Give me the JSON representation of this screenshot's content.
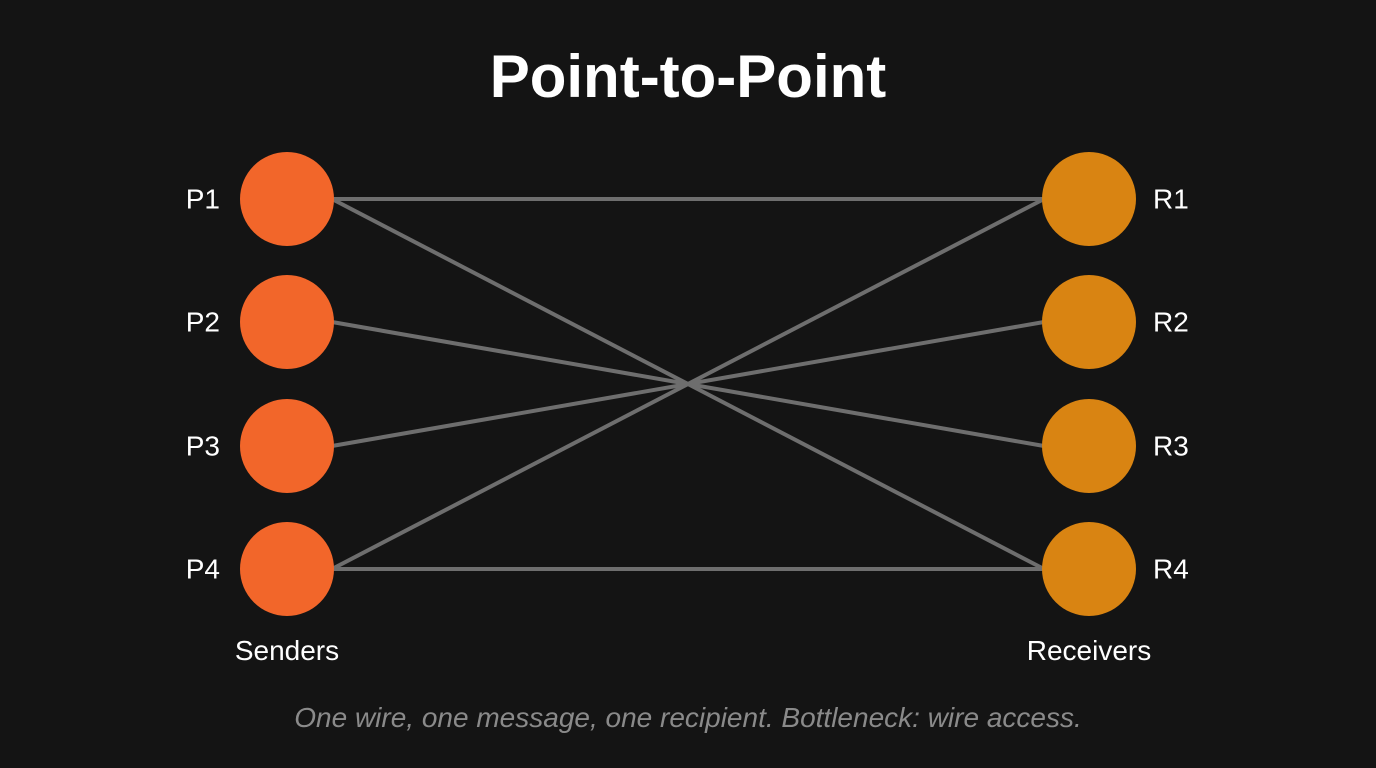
{
  "title": "Point-to-Point",
  "caption": "One wire, one message, one recipient. Bottleneck: wire access.",
  "colors": {
    "background": "#141414",
    "sender": "#f2662a",
    "receiver": "#d98412",
    "wire": "#6e6e6e"
  },
  "senders": {
    "label": "Senders",
    "nodes": [
      "P1",
      "P2",
      "P3",
      "P4"
    ]
  },
  "receivers": {
    "label": "Receivers",
    "nodes": [
      "R1",
      "R2",
      "R3",
      "R4"
    ]
  },
  "connections": [
    [
      "P1",
      "R1"
    ],
    [
      "P1",
      "R4"
    ],
    [
      "P2",
      "R3"
    ],
    [
      "P3",
      "R2"
    ],
    [
      "P4",
      "R1"
    ],
    [
      "P4",
      "R4"
    ]
  ]
}
